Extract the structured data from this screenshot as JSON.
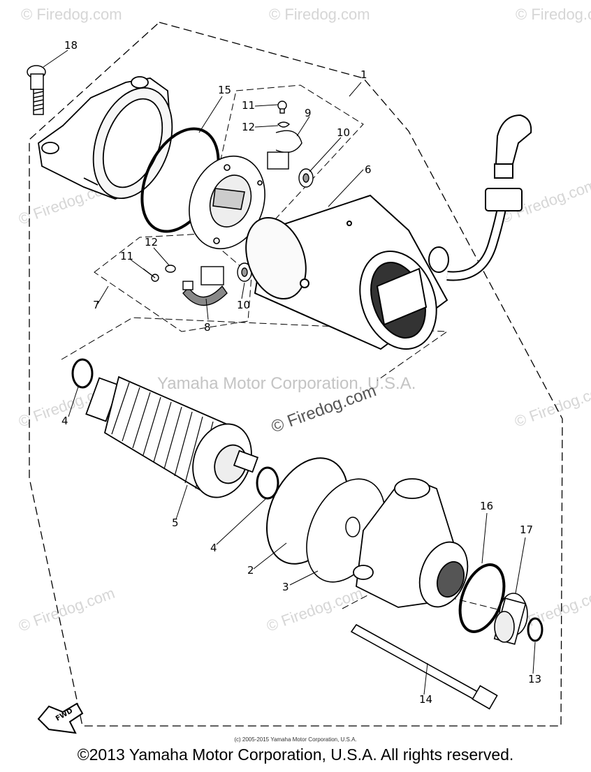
{
  "diagram": {
    "callouts": [
      {
        "id": "c1",
        "label": "1"
      },
      {
        "id": "c2",
        "label": "2"
      },
      {
        "id": "c3",
        "label": "3"
      },
      {
        "id": "c4a",
        "label": "4"
      },
      {
        "id": "c4b",
        "label": "4"
      },
      {
        "id": "c5",
        "label": "5"
      },
      {
        "id": "c6",
        "label": "6"
      },
      {
        "id": "c7",
        "label": "7"
      },
      {
        "id": "c8",
        "label": "8"
      },
      {
        "id": "c9",
        "label": "9"
      },
      {
        "id": "c10a",
        "label": "10"
      },
      {
        "id": "c10b",
        "label": "10"
      },
      {
        "id": "c11a",
        "label": "11"
      },
      {
        "id": "c11b",
        "label": "11"
      },
      {
        "id": "c12a",
        "label": "12"
      },
      {
        "id": "c12b",
        "label": "12"
      },
      {
        "id": "c13",
        "label": "13"
      },
      {
        "id": "c14",
        "label": "14"
      },
      {
        "id": "c15",
        "label": "15"
      },
      {
        "id": "c16",
        "label": "16"
      },
      {
        "id": "c17",
        "label": "17"
      },
      {
        "id": "c18",
        "label": "18"
      }
    ],
    "fwd_label": "FWD"
  },
  "watermarks": {
    "small": "© Firedog.com",
    "center_brand": "Yamaha Motor Corporation, U.S.A.",
    "center_site": "© Firedog.com"
  },
  "footer": {
    "fineprint": "(c) 2005-2015 Yamaha Motor Corporation, U.S.A.",
    "copyright": "©2013 Yamaha Motor Corporation, U.S.A. All rights reserved."
  }
}
